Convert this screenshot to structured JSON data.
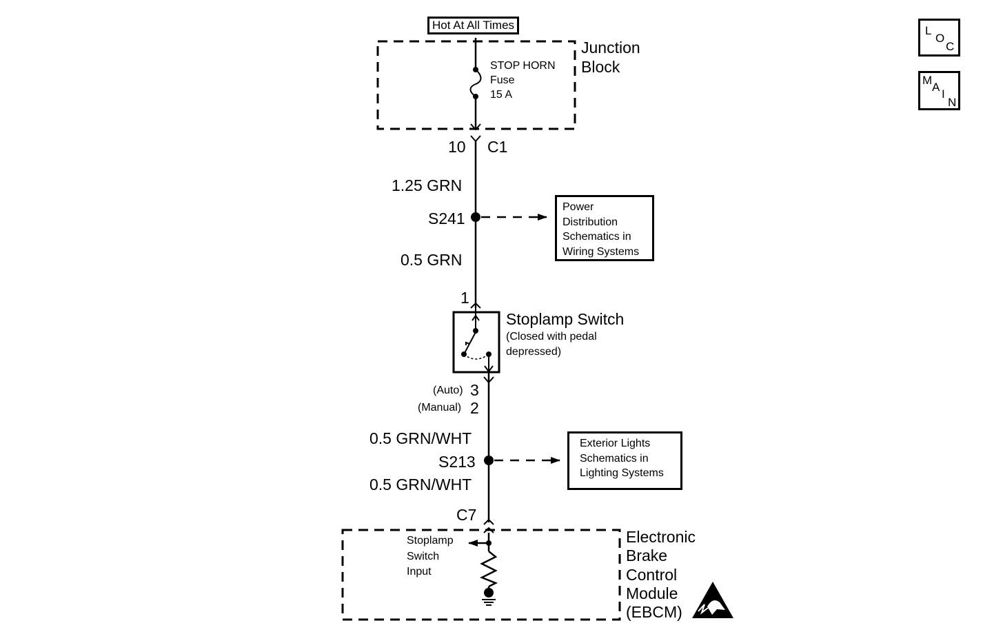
{
  "power_label": "Hot At All Times",
  "junction_block": {
    "name_line1": "Junction",
    "name_line2": "Block",
    "fuse_line1": "STOP HORN",
    "fuse_line2": "Fuse",
    "fuse_line3": "15 A"
  },
  "connector_c1": {
    "pin": "10",
    "name": "C1"
  },
  "wire1": "1.25 GRN",
  "splice1": "S241",
  "power_dist_ref": [
    "Power",
    "Distribution",
    "Schematics in",
    "Wiring Systems"
  ],
  "wire2": "0.5 GRN",
  "switch_in_pin": "1",
  "switch": {
    "name": "Stoplamp Switch",
    "note_line1": "(Closed with pedal",
    "note_line2": "depressed)"
  },
  "switch_out_pins": [
    {
      "label": "(Auto)",
      "pin": "3"
    },
    {
      "label": "(Manual)",
      "pin": "2"
    }
  ],
  "wire3": "0.5 GRN/WHT",
  "splice2": "S213",
  "exterior_ref": [
    "Exterior Lights",
    "Schematics in",
    "Lighting Systems"
  ],
  "wire4": "0.5 GRN/WHT",
  "connector_c7": "C7",
  "ebcm": {
    "name_lines": [
      "Electronic",
      "Brake",
      "Control",
      "Module",
      "(EBCM)"
    ],
    "input_lines": [
      "Stoplamp",
      "Switch",
      "Input"
    ]
  },
  "nav": {
    "loc": [
      "L",
      "O",
      "C"
    ],
    "main": [
      "M",
      "A",
      "I",
      "N"
    ]
  },
  "icons": [
    "esd-warning-icon",
    "fuse-icon",
    "ground-icon",
    "switch-icon",
    "resistor-icon"
  ]
}
